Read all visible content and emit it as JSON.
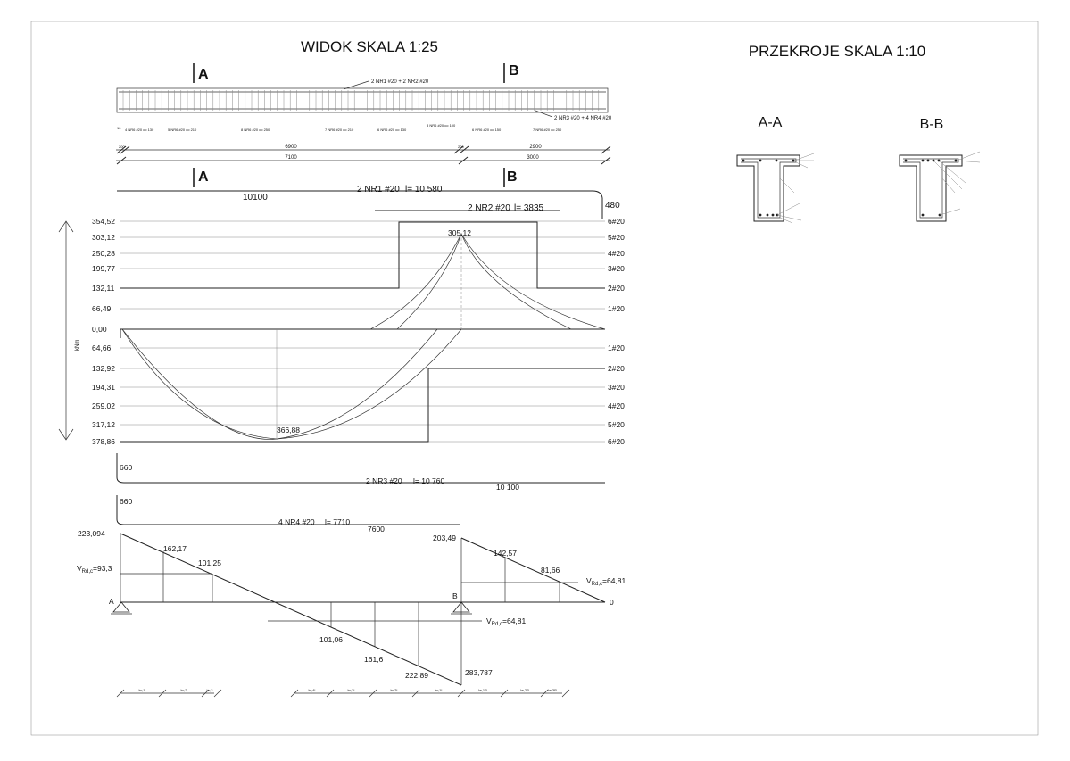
{
  "titles": {
    "view": "WIDOK SKALA 1:25",
    "sections": "PRZEKROJE SKALA 1:10"
  },
  "section_marks": {
    "a": "A",
    "b": "B"
  },
  "cross_sections": [
    {
      "label": "A-A"
    },
    {
      "label": "B-B"
    }
  ],
  "beam_view": {
    "top_bars_note": "2 NR1 #20 + 2 NR2 #20",
    "bottom_bars_note": "2 NR3 #20 + 4 NR4 #20",
    "stirrup_groups": [
      "10",
      "4 NR6 #20 co 130",
      "5 NR6 #20 co 210",
      "8 NR6 #20 co 250",
      "7 NR6 #20 co 210",
      "6 NR6 #20 co 130",
      "8 NR6 #20 co 100",
      "6 NR6 #20 co 150",
      "7 NR6 #20 co 250"
    ],
    "dims_row1": [
      "200",
      "6900",
      "200",
      "2900"
    ],
    "dims_row2": [
      "7100",
      "3000"
    ]
  },
  "rebar": {
    "nr1_label": "2 NR1 #20",
    "nr1_length": "l= 10 580",
    "nr1_dim": "10100",
    "nr1_hook": "480",
    "nr2_label": "2 NR2 #20",
    "nr2_length": "l= 3835",
    "nr3_hook": "660",
    "nr3_label": "2 NR3 #20",
    "nr3_length": "l= 10 760",
    "nr3_dim": "10 100",
    "nr4_hook": "660",
    "nr4_label": "4 NR4 #20",
    "nr4_length": "l= 7710",
    "nr4_dim": "7600"
  },
  "moment": {
    "unit": "kNm",
    "zero": "0,00",
    "neg_levels": [
      {
        "value": "66,49",
        "bars": "1#20"
      },
      {
        "value": "132,11",
        "bars": "2#20"
      },
      {
        "value": "199,77",
        "bars": "3#20"
      },
      {
        "value": "250,28",
        "bars": "4#20"
      },
      {
        "value": "303,12",
        "bars": "5#20"
      },
      {
        "value": "354,52",
        "bars": "6#20"
      }
    ],
    "pos_levels": [
      {
        "value": "64,66",
        "bars": "1#20"
      },
      {
        "value": "132,92",
        "bars": "2#20"
      },
      {
        "value": "194,31",
        "bars": "3#20"
      },
      {
        "value": "259,02",
        "bars": "4#20"
      },
      {
        "value": "317,12",
        "bars": "5#20"
      },
      {
        "value": "378,86",
        "bars": "6#20"
      }
    ],
    "support_peak": "305,12",
    "span_peak": "366,88"
  },
  "shear": {
    "left_max": "223,094",
    "v1": "162,17",
    "v2": "101,25",
    "vrd_left": "=93,3",
    "neg1": "101,06",
    "neg2": "161,6",
    "neg3": "222,89",
    "b_left": "283,787",
    "b_right": "203,49",
    "r1": "142,57",
    "r2": "81,66",
    "vrd_right": "=64,81",
    "vrd_mid": "=64,81",
    "vrd_sym": "V",
    "vrd_sub": "Rd,c",
    "zero": "0",
    "support_a": "A",
    "support_b": "B"
  },
  "bottom_dims": [
    "lw,1",
    "lw,2",
    "lw,3",
    "lw,4L",
    "lw,3L",
    "lw,2L",
    "lw,1L",
    "lw,1P",
    "lw,2P",
    "lw,3P"
  ]
}
